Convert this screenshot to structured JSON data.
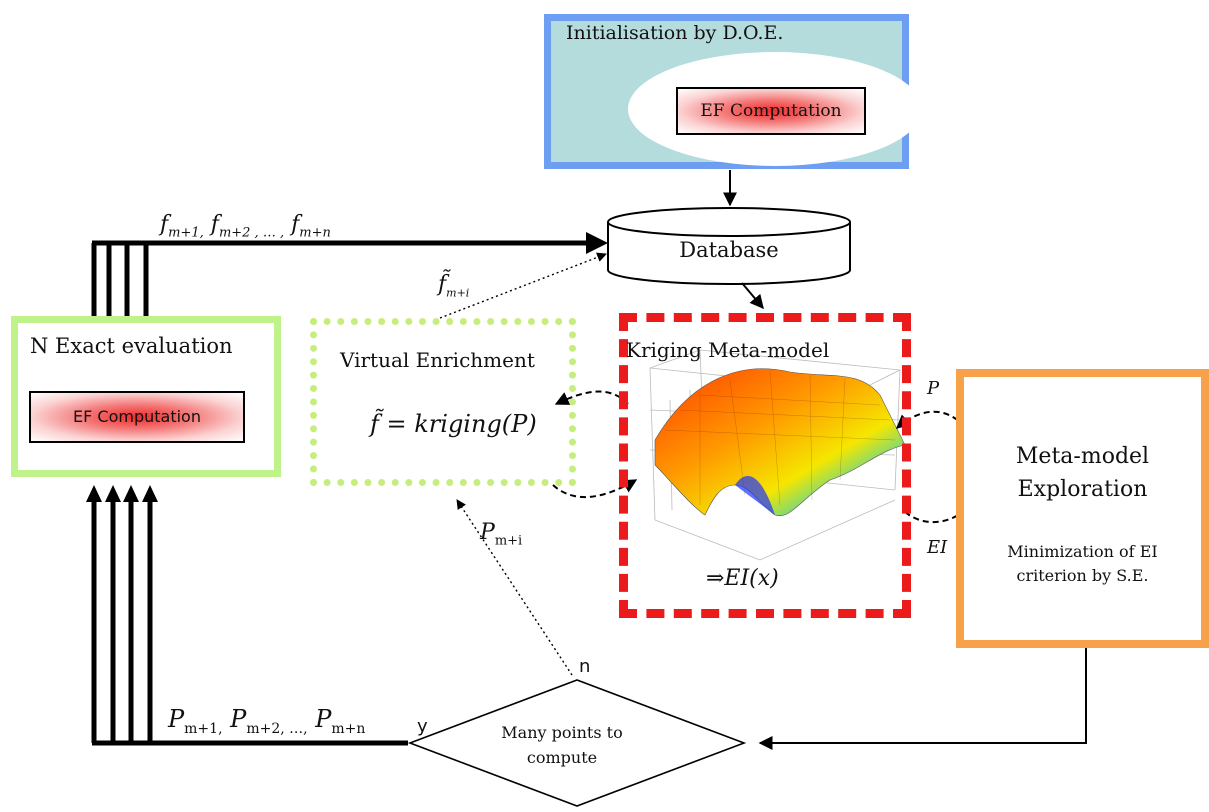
{
  "init": {
    "title": "Initialisation by D.O.E.",
    "ef_label": "EF Computation"
  },
  "database": {
    "label": "Database"
  },
  "exact": {
    "title": "N Exact evaluation",
    "ef_label": "EF Computation"
  },
  "virtual": {
    "title": "Virtual Enrichment",
    "formula": "f̃ = kriging(P)"
  },
  "kriging": {
    "title": "Kriging Meta-model",
    "ei": "⇒EI(x)"
  },
  "meta": {
    "title_line1": "Meta-model",
    "title_line2": "Exploration",
    "sub_line1": "Minimization of EI",
    "sub_line2": "criterion by S.E."
  },
  "labels": {
    "p": "P",
    "ei": "EI",
    "n": "n",
    "y": "y"
  },
  "sequences": {
    "f_seq": {
      "f": "f",
      "s1": "m+1,",
      "s2": "m+2 ,",
      "dots": " … ,",
      "s3": "m+n"
    },
    "p_seq": {
      "p": "P",
      "s1": "m+1,",
      "s2": "m+2, …,",
      "s3": "m+n"
    },
    "pmi": {
      "p": "P",
      "sub": "m+i"
    },
    "fmi": {
      "f": "f̃",
      "sub": "m+i"
    }
  },
  "decision": {
    "line1": "Many points to",
    "line2": "compute"
  },
  "colors": {
    "init_border": "#6e9ef2",
    "init_fill": "#b5dcdc",
    "exact_border": "#bff28a",
    "virtual_border": "#c6ee7e",
    "kriging_border": "#ec1b1b",
    "meta_border": "#f7a24a"
  }
}
